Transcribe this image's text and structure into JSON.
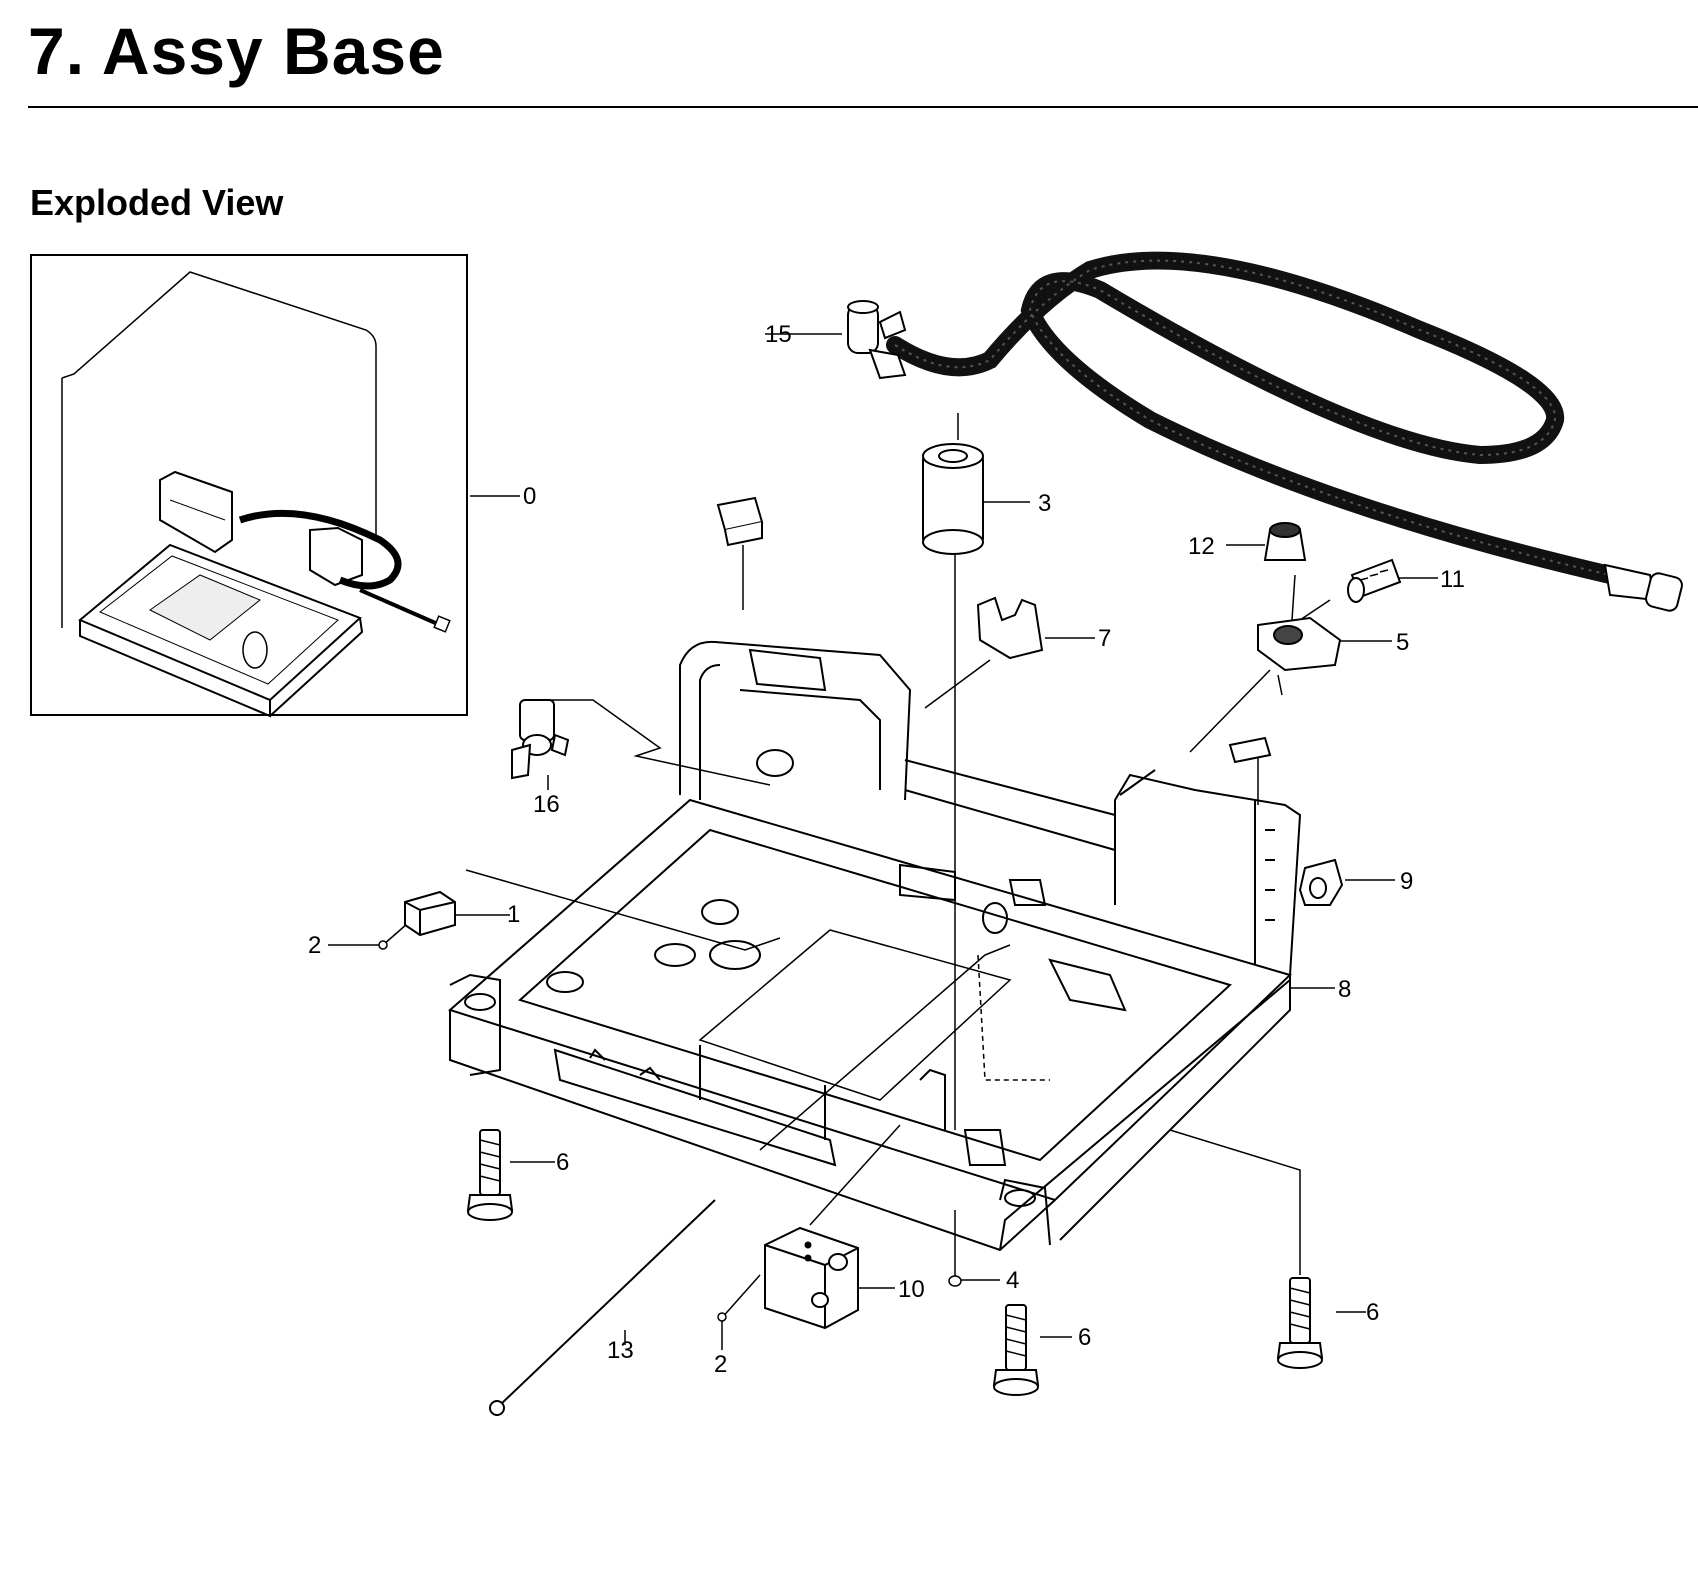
{
  "header": {
    "title": "7.  Assy Base",
    "subtitle": "Exploded View"
  },
  "callouts": [
    {
      "id": "c0",
      "text": "0"
    },
    {
      "id": "c1",
      "text": "1"
    },
    {
      "id": "c2a",
      "text": "2"
    },
    {
      "id": "c2b",
      "text": "2"
    },
    {
      "id": "c3",
      "text": "3"
    },
    {
      "id": "c4",
      "text": "4"
    },
    {
      "id": "c5",
      "text": "5"
    },
    {
      "id": "c6a",
      "text": "6"
    },
    {
      "id": "c6b",
      "text": "6"
    },
    {
      "id": "c6c",
      "text": "6"
    },
    {
      "id": "c7",
      "text": "7"
    },
    {
      "id": "c8",
      "text": "8"
    },
    {
      "id": "c9",
      "text": "9"
    },
    {
      "id": "c10",
      "text": "10"
    },
    {
      "id": "c11",
      "text": "11"
    },
    {
      "id": "c12",
      "text": "12"
    },
    {
      "id": "c13",
      "text": "13"
    },
    {
      "id": "c15",
      "text": "15"
    },
    {
      "id": "c16",
      "text": "16"
    }
  ]
}
